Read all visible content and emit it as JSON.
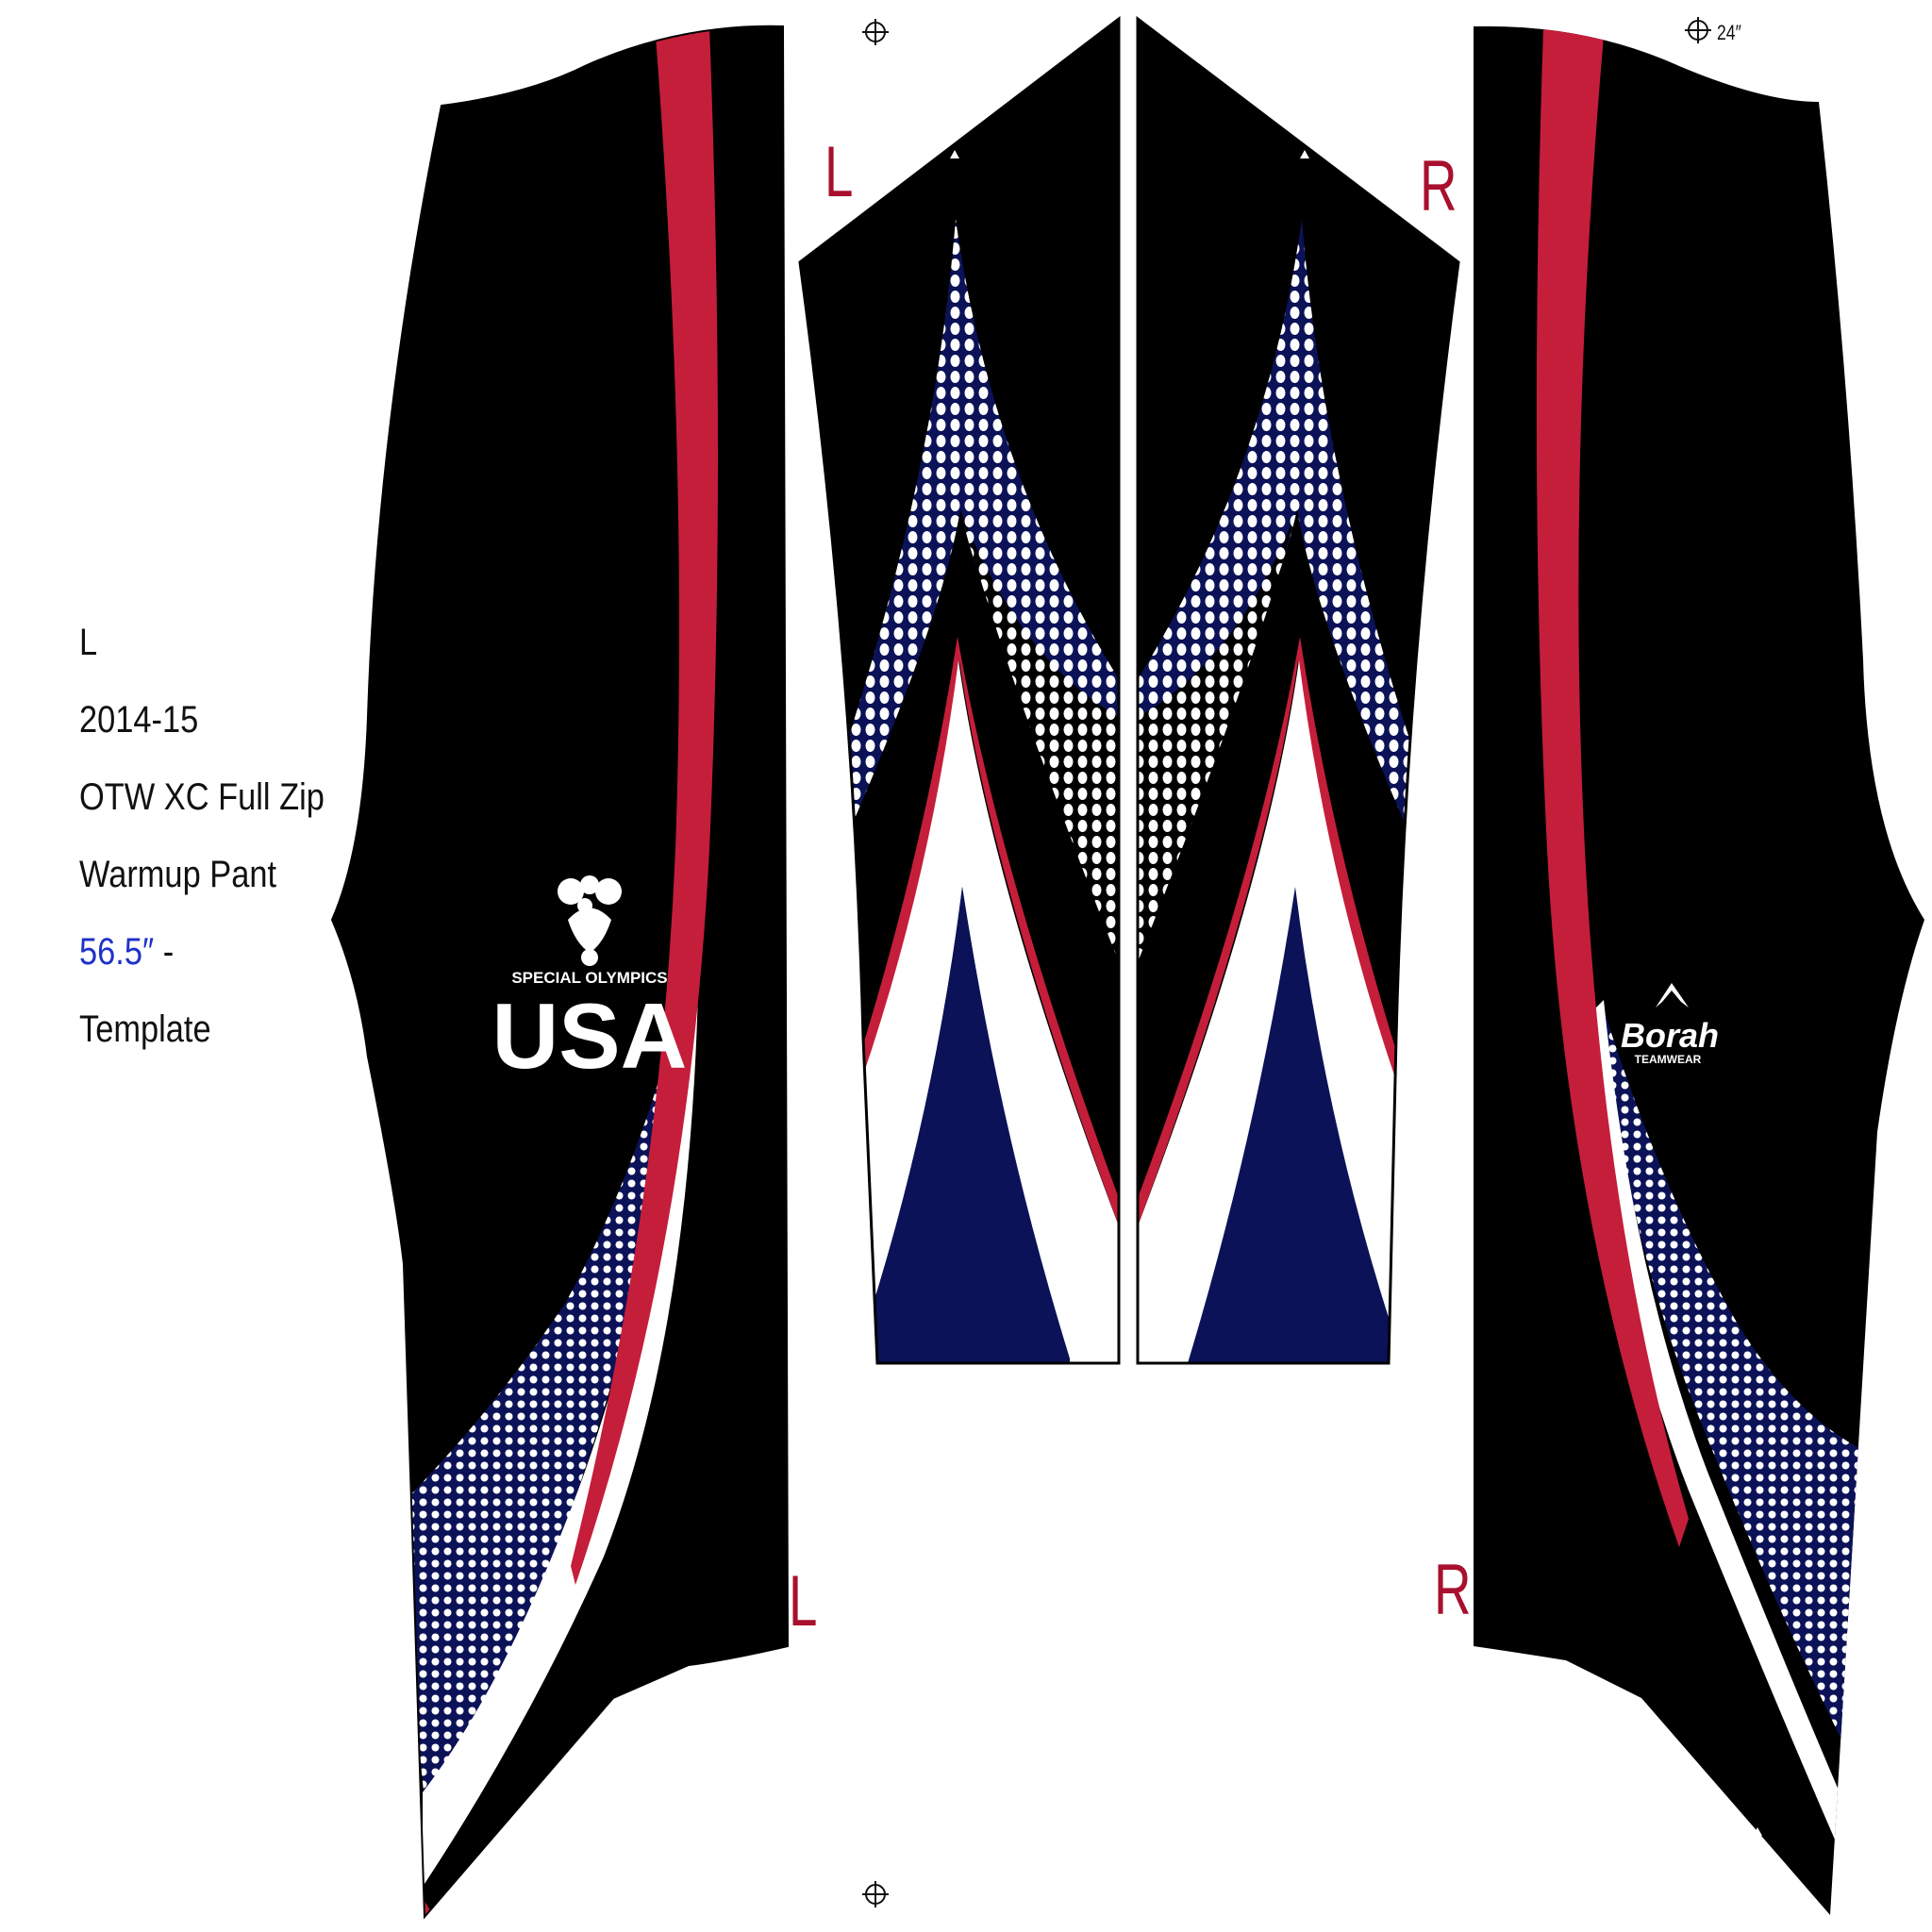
{
  "spec": {
    "size": "L",
    "season": "2014-15",
    "product_line1": "OTW XC Full Zip",
    "product_line2": "Warmup Pant",
    "length_value": "56.5″",
    "length_dash": " -",
    "label": "Template"
  },
  "side_labels": {
    "left_top": "L",
    "right_top": "R",
    "left_bottom": "L",
    "right_bottom": "R"
  },
  "measure_label": "24″",
  "logos": {
    "left": {
      "icon": "special-olympics-figure-icon",
      "line1": "SPECIAL OLYMPICS",
      "line2": "USA"
    },
    "right": {
      "icon": "mountain-peak-icon",
      "line1": "Borah",
      "line2": "TEAMWEAR"
    }
  },
  "colors": {
    "black": "#000000",
    "red": "#c41e3a",
    "navy": "#0b1257",
    "white": "#ffffff",
    "label_red": "#a8102e",
    "length_blue": "#1f32c8"
  }
}
